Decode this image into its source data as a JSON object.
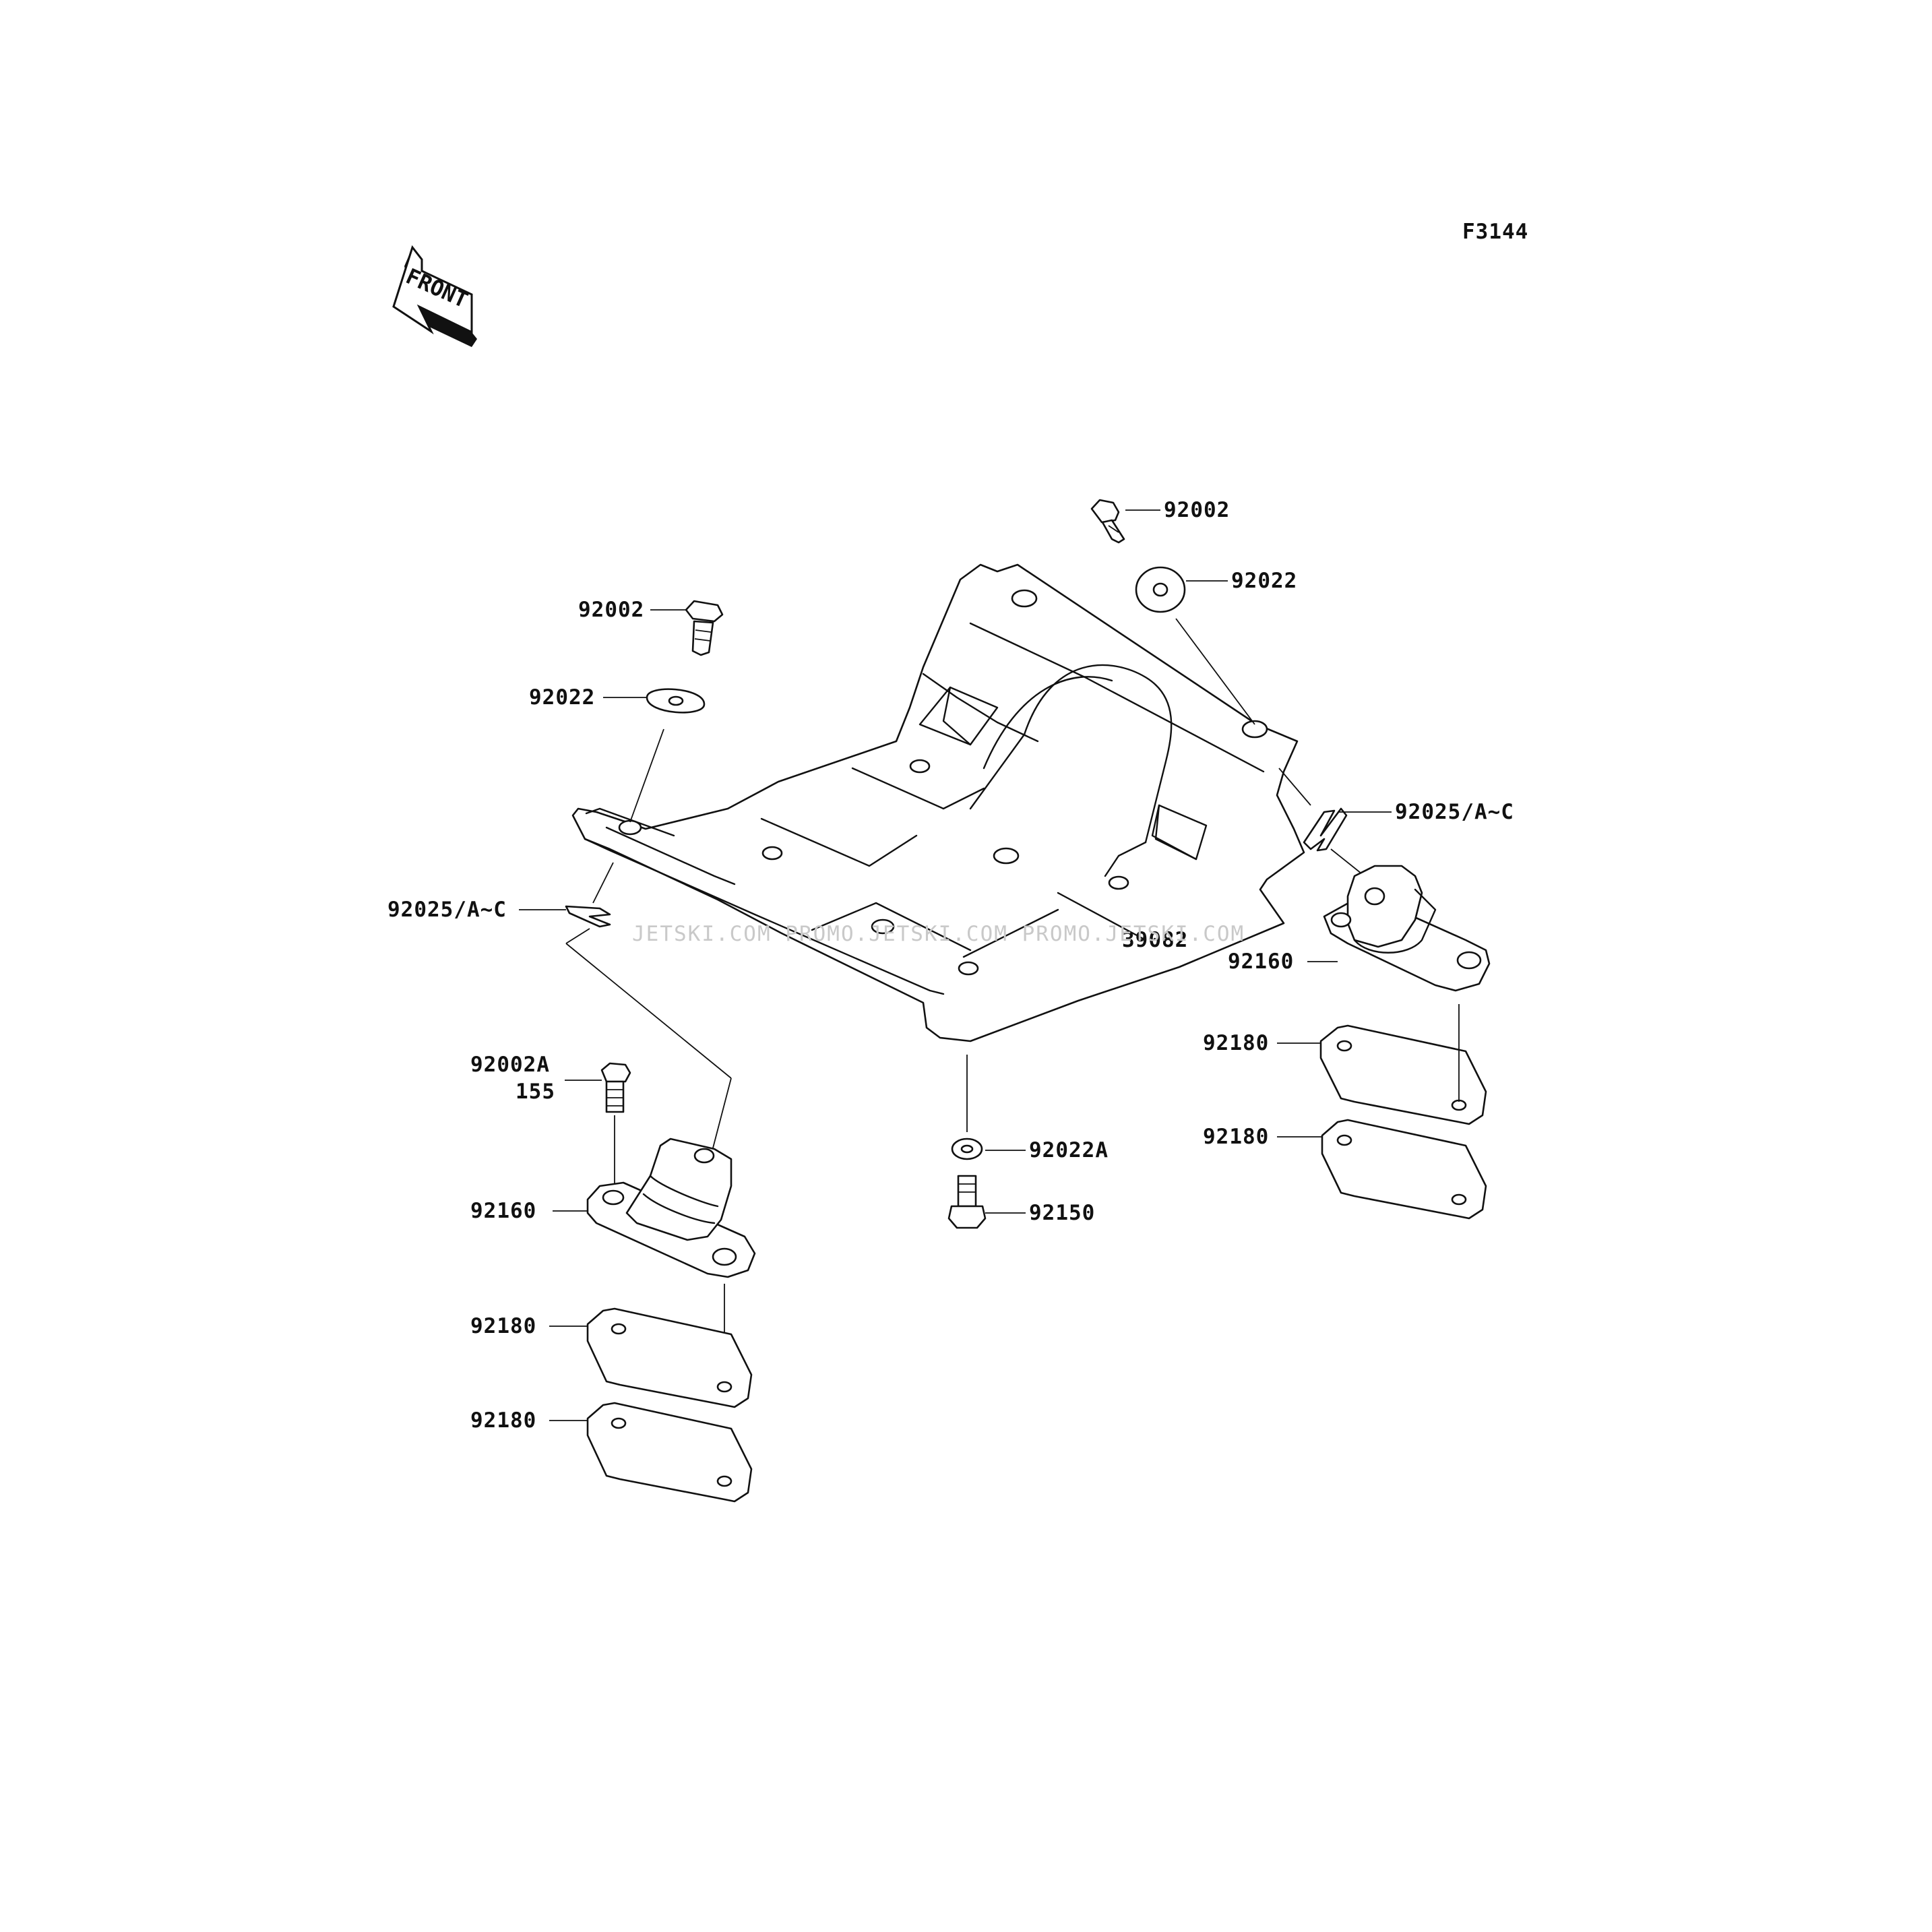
{
  "figure_code": "F3144",
  "front_arrow_label": "FRONT",
  "watermark": "JETSKI.COM  PROMO.JETSKI.COM  PROMO.JETSKI.COM",
  "labels": {
    "bolt_top_right": "92002",
    "washer_top_right": "92022",
    "bolt_top_left": "92002",
    "washer_top_left": "92022",
    "clip_right": "92025/A~C",
    "clip_left": "92025/A~C",
    "bed_plate": "39082",
    "mount_right": "92160",
    "shim_right_1": "92180",
    "shim_right_2": "92180",
    "bolt_mount_left": "92002A",
    "bolt_mount_left_qty": "155",
    "mount_left": "92160",
    "washer_bottom": "92022A",
    "bolt_bottom": "92150",
    "shim_left_1": "92180",
    "shim_left_2": "92180"
  }
}
